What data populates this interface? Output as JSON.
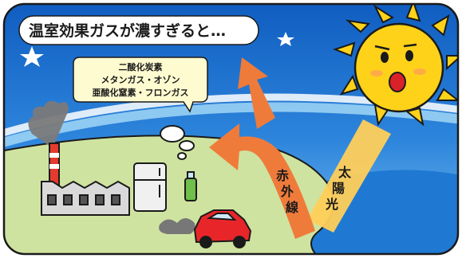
{
  "title": "温室効果ガスが濃すぎると…",
  "gases": {
    "line1": "二酸化炭素",
    "line2": "メタンガス・オゾン",
    "line3": "亜酸化窒素・フロンガス"
  },
  "labels": {
    "infrared_chars": [
      "赤",
      "外",
      "線"
    ],
    "sunlight_chars": [
      "太",
      "陽",
      "光"
    ]
  },
  "colors": {
    "sky": "#1e6fd0",
    "sky_light": "#7fc0f0",
    "atmosphere": "#ffffff",
    "land": "#cfe3a0",
    "sun": "#ffd21a",
    "sun_beam": "#ffcf5a",
    "infrared": "#f07a3a",
    "car": "#e8262a",
    "smoke": "#666666"
  }
}
